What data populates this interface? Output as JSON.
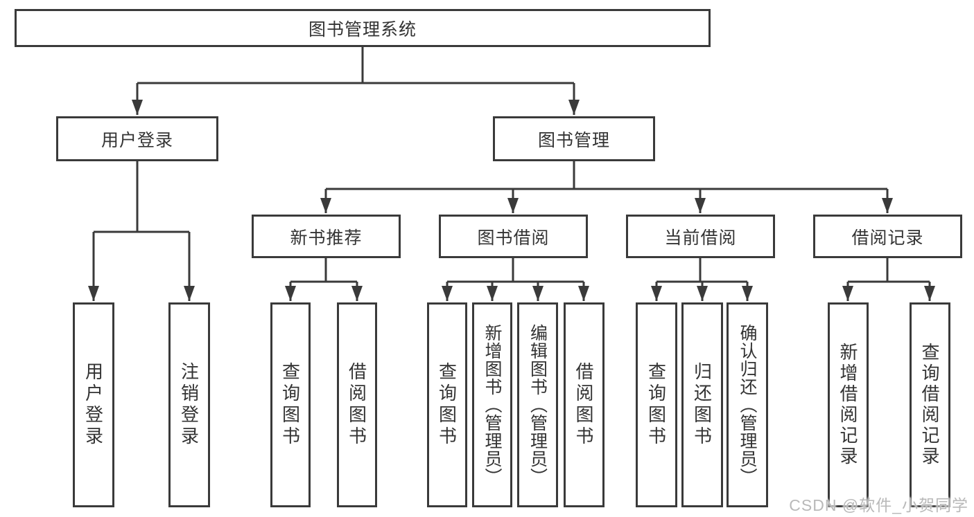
{
  "tree": {
    "root": {
      "label": "图书管理系统"
    },
    "branches": [
      {
        "label": "用户登录",
        "children": [
          {
            "label": "用户登录"
          },
          {
            "label": "注销登录"
          }
        ]
      },
      {
        "label": "图书管理",
        "children": [
          {
            "label": "新书推荐",
            "children": [
              {
                "label": "查询图书"
              },
              {
                "label": "借阅图书"
              }
            ]
          },
          {
            "label": "图书借阅",
            "children": [
              {
                "label": "查询图书"
              },
              {
                "label": "新增图书（管理员）"
              },
              {
                "label": "编辑图书（管理员）"
              },
              {
                "label": "借阅图书"
              }
            ]
          },
          {
            "label": "当前借阅",
            "children": [
              {
                "label": "查询图书"
              },
              {
                "label": "归还图书"
              },
              {
                "label": "确认归还（管理员）"
              }
            ]
          },
          {
            "label": "借阅记录",
            "children": [
              {
                "label": "新增借阅记录"
              },
              {
                "label": "查询借阅记录"
              }
            ]
          }
        ]
      }
    ]
  },
  "watermark": "CSDN @软件_小贺同学",
  "colors": {
    "line": "#3a3a3a",
    "text": "#333333",
    "watermark": "#b9b9b9",
    "background": "#ffffff"
  }
}
